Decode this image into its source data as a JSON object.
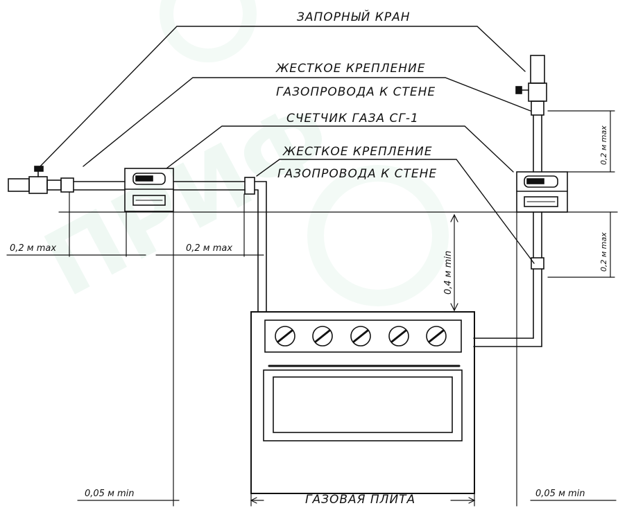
{
  "labels": {
    "shutoff_valve": "ЗАПОРНЫЙ КРАН",
    "rigid_mount_1_line1": "ЖЕСТКОЕ КРЕПЛЕНИЕ",
    "rigid_mount_1_line2": "ГАЗОПРОВОДА К СТЕНЕ",
    "gas_meter": "СЧЕТЧИК ГАЗА СГ-1",
    "rigid_mount_2_line1": "ЖЕСТКОЕ КРЕПЛЕНИЕ",
    "rigid_mount_2_line2": "ГАЗОПРОВОДА К СТЕНЕ",
    "gas_stove": "ГАЗОВАЯ ПЛИТА"
  },
  "dimensions": {
    "left_02max": "0,2 м max",
    "mid_02max": "0,2 м max",
    "vertical_04min": "0,4 м min",
    "right_top_02max": "0,2 м max",
    "right_mid_02max": "0,2 м max",
    "bottom_left_005min": "0,05 м min",
    "bottom_right_005min": "0,05 м min"
  },
  "watermark": {
    "text": "ПРИФ",
    "color": "#2ea36a"
  },
  "stove": {
    "burner_knob_count": 5
  }
}
